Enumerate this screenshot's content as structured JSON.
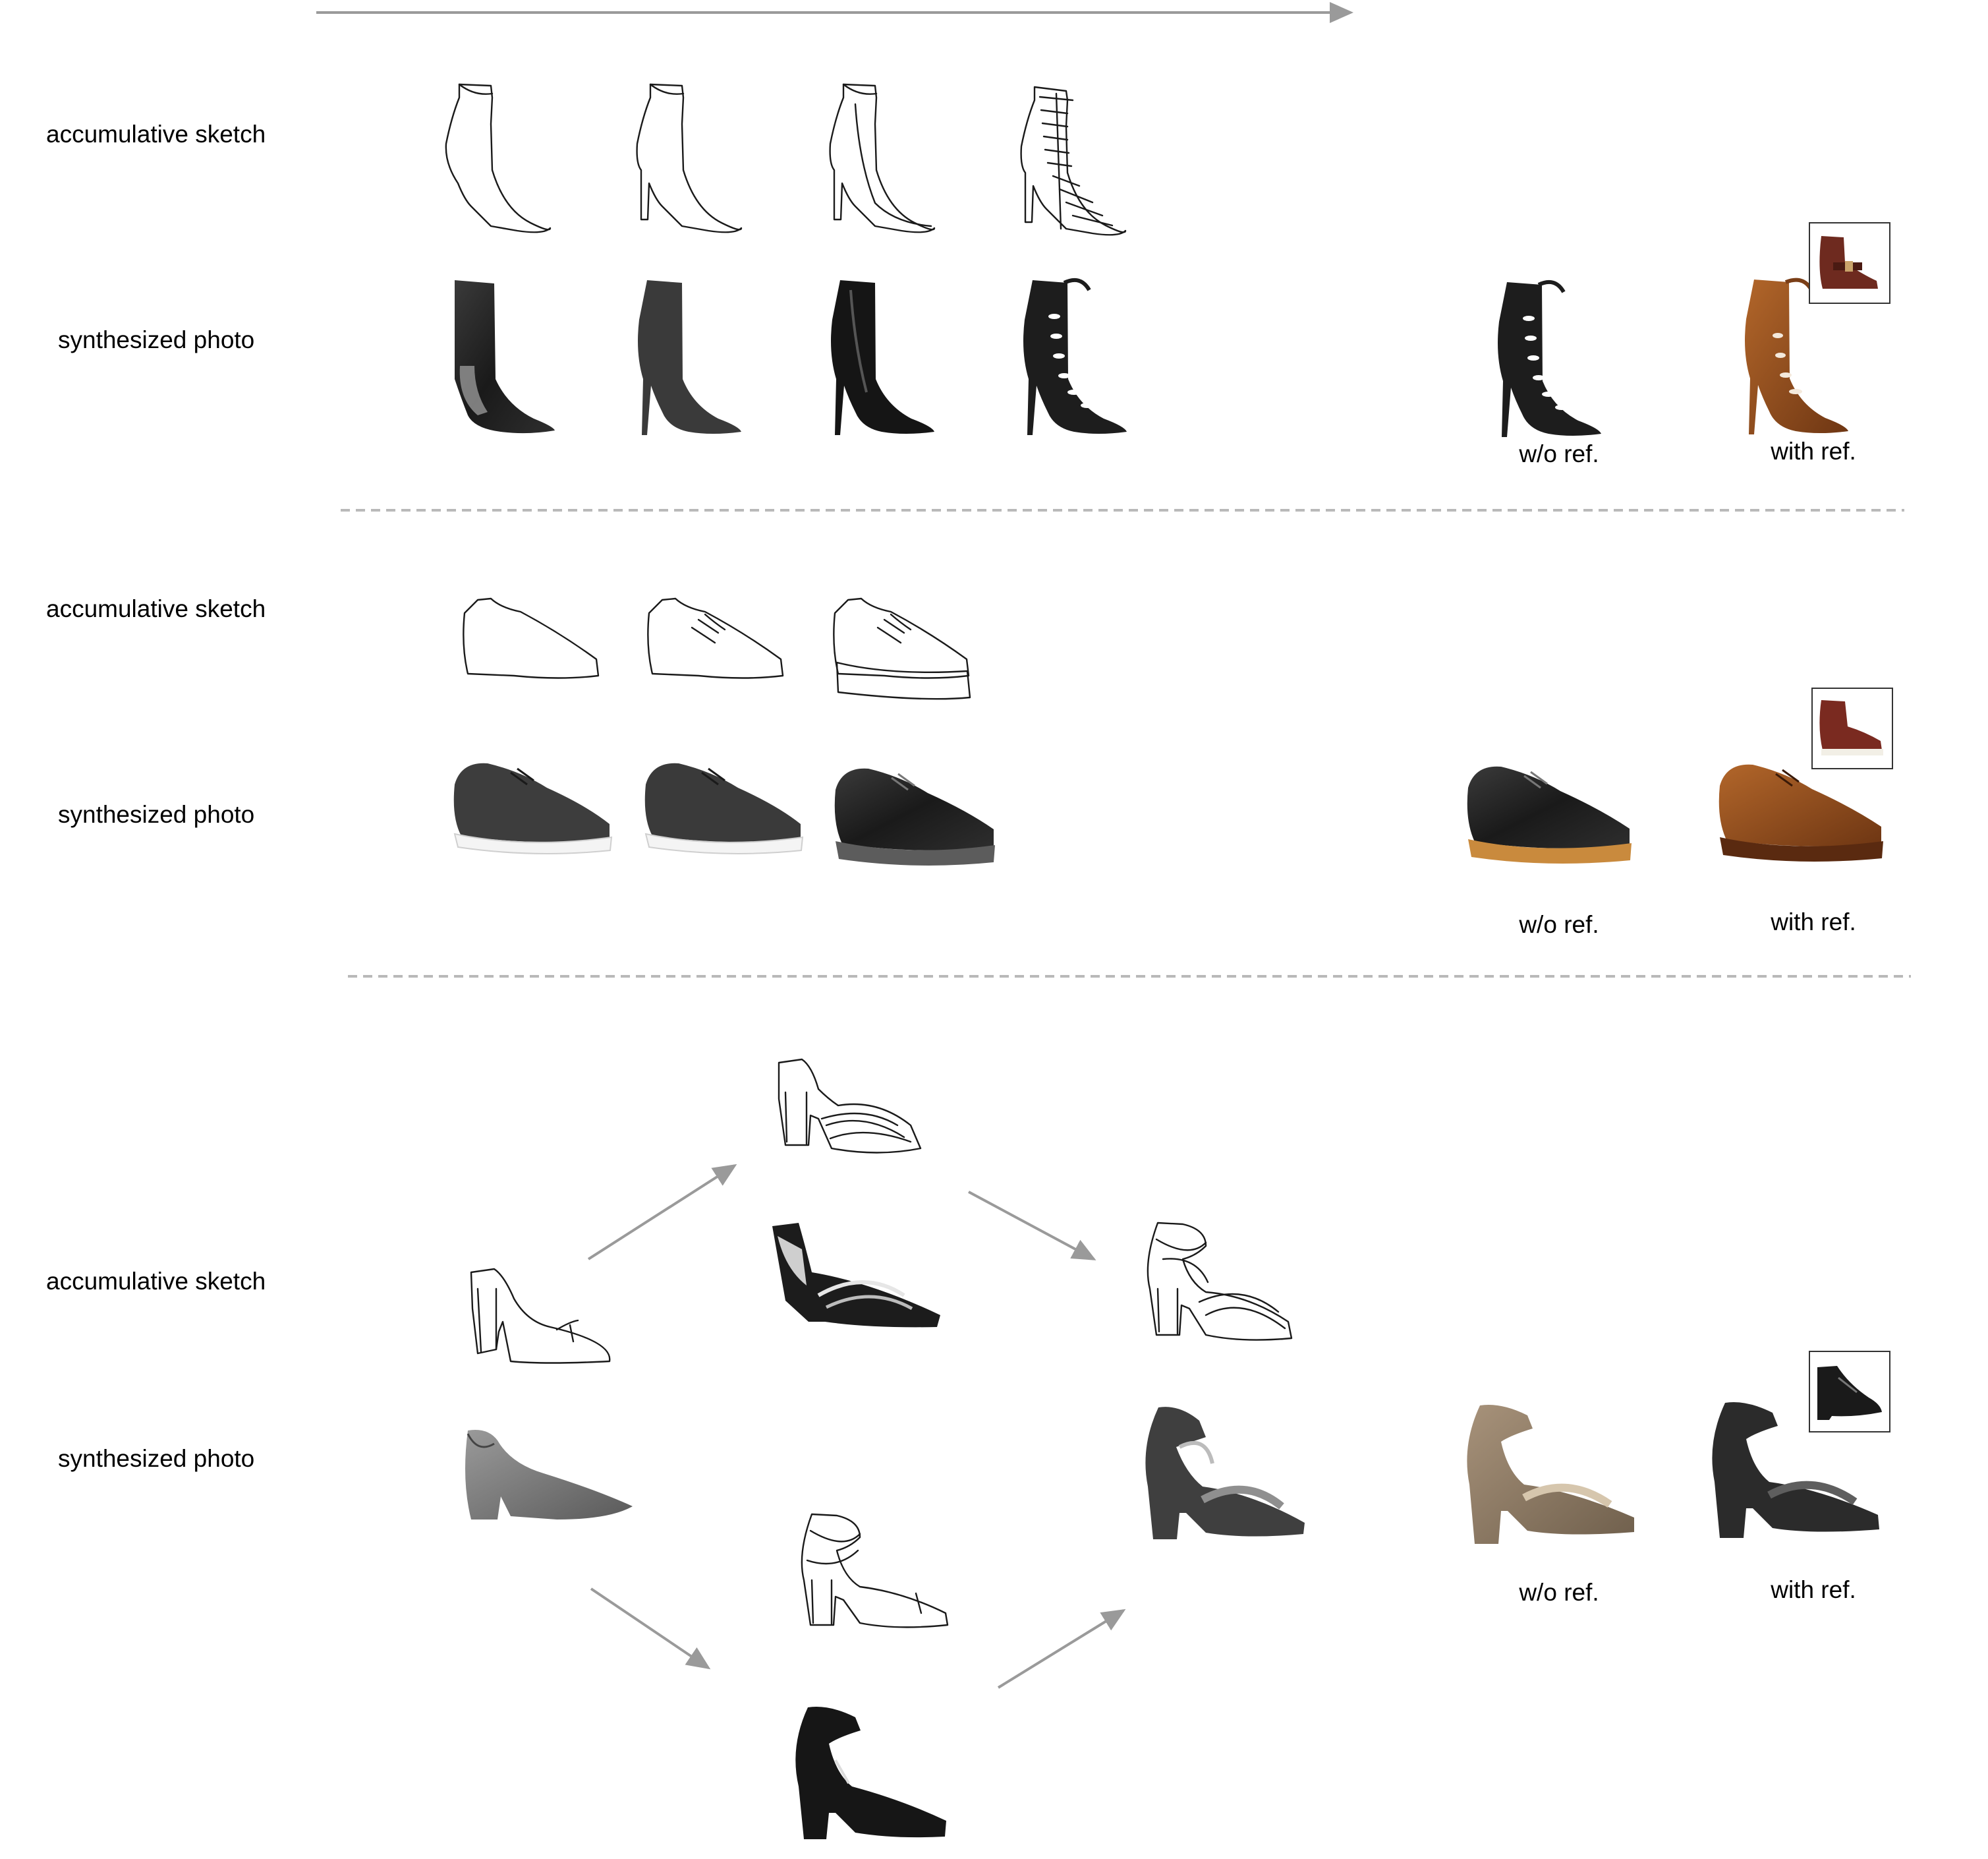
{
  "figure": {
    "colors": {
      "arrow": "#9a9a9a",
      "dash": "#b9b9b9",
      "sketch_stroke": "#1a1a1a",
      "photo_black": "#1c1c1c",
      "photo_gray": "#6b6b6b",
      "photo_brown": "#8a4a1e",
      "photo_tan": "#8c7a62",
      "ref_frame": "#333333"
    },
    "panels": [
      {
        "id": "panel-1",
        "row_labels": {
          "sketch": "accumulative sketch",
          "photo": "synthesized photo"
        },
        "result_captions": {
          "without_ref": "w/o ref.",
          "with_ref": "with ref."
        },
        "icons": [
          "high-heel-boot-sketch",
          "high-heel-boot-photo",
          "lace-up-heel-photo",
          "reference-ankle-boot-icon"
        ]
      },
      {
        "id": "panel-2",
        "row_labels": {
          "sketch": "accumulative sketch",
          "photo": "synthesized photo"
        },
        "result_captions": {
          "without_ref": "w/o ref.",
          "with_ref": "with ref."
        },
        "icons": [
          "sneaker-sketch",
          "derby-shoe-photo",
          "reference-work-boot-icon"
        ]
      },
      {
        "id": "panel-3",
        "row_labels": {
          "sketch": "accumulative sketch",
          "photo": "synthesized photo"
        },
        "result_captions": {
          "without_ref": "w/o ref.",
          "with_ref": "with ref."
        },
        "icons": [
          "block-heel-sketch",
          "block-heel-sandal-photo",
          "reference-heeled-loafer-icon"
        ]
      }
    ]
  }
}
